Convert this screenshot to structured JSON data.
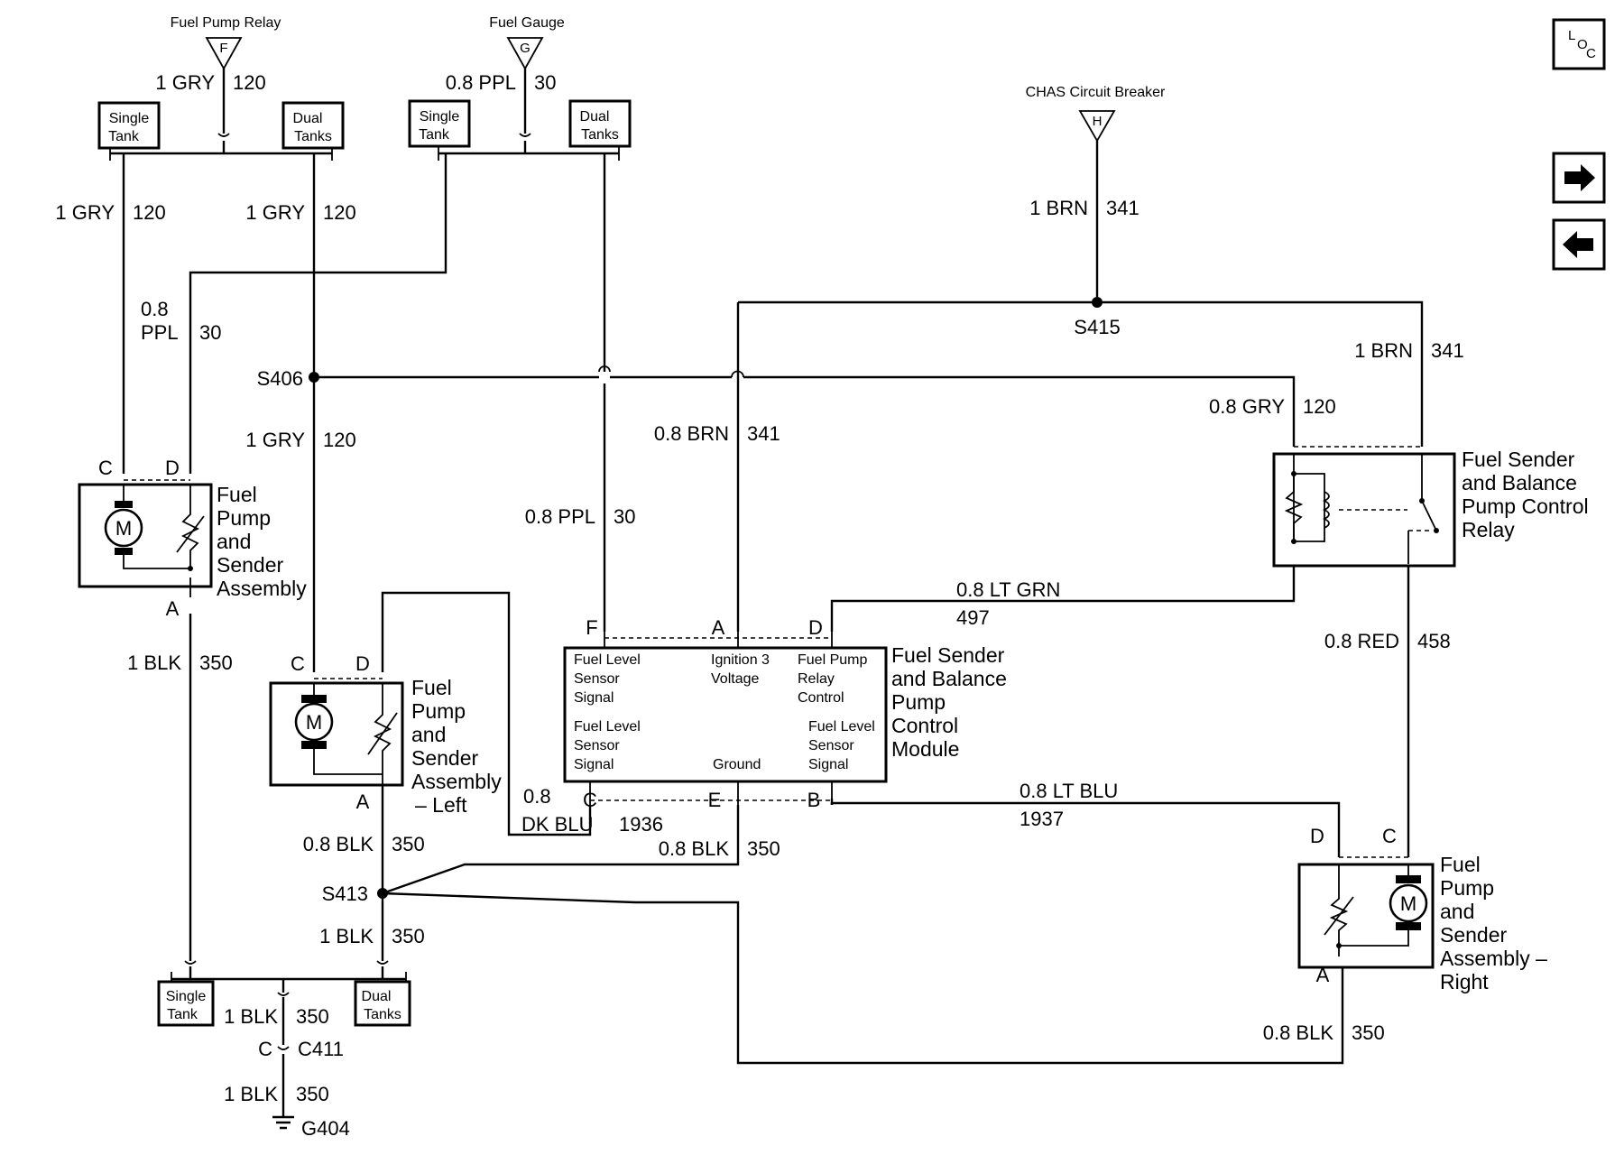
{
  "connectors": {
    "fuel_pump_relay": {
      "title": "Fuel Pump Relay",
      "pin": "F"
    },
    "fuel_gauge": {
      "title": "Fuel Gauge",
      "pin": "G"
    },
    "chas_breaker": {
      "title": "CHAS Circuit Breaker",
      "pin": "H"
    }
  },
  "options": {
    "single": [
      "Single",
      "Tank"
    ],
    "dual": [
      "Dual",
      "Tanks"
    ]
  },
  "wires": {
    "relay_feed": [
      "1 GRY",
      "120"
    ],
    "gauge_feed": [
      "0.8 PPL",
      "30"
    ],
    "single_gry": [
      "1 GRY",
      "120"
    ],
    "dual_gry": [
      "1 GRY",
      "120"
    ],
    "single_ppl": [
      "0.8",
      "PPL",
      "30"
    ],
    "s406_down": [
      "1 GRY",
      "120"
    ],
    "brn_main": [
      "1 BRN",
      "341"
    ],
    "brn_relay": [
      "1 BRN",
      "341"
    ],
    "gry_relay": [
      "0.8 GRY",
      "120"
    ],
    "brn_module": [
      "0.8 BRN",
      "341"
    ],
    "ppl_module": [
      "0.8 PPL",
      "30"
    ],
    "lt_grn": [
      "0.8 LT GRN",
      "497"
    ],
    "red": [
      "0.8 RED",
      "458"
    ],
    "single_blk": [
      "1 BLK",
      "350"
    ],
    "left_blk": [
      "0.8 BLK",
      "350"
    ],
    "dk_blu": [
      "0.8",
      "DK BLU",
      "1936"
    ],
    "module_blk": [
      "0.8 BLK",
      "350"
    ],
    "lt_blu": [
      "0.8 LT BLU",
      "1937"
    ],
    "s413_blk": [
      "1 BLK",
      "350"
    ],
    "ground_blk": [
      "1 BLK",
      "350"
    ],
    "g404_blk": [
      "1 BLK",
      "350"
    ],
    "right_blk": [
      "0.8 BLK",
      "350"
    ]
  },
  "splices": {
    "s406": "S406",
    "s415": "S415",
    "s413": "S413"
  },
  "connector_c411": {
    "pin": "C",
    "name": "C411"
  },
  "ground": "G404",
  "components": {
    "single_assembly": {
      "name": [
        "Fuel",
        "Pump",
        "and",
        "Sender",
        "Assembly"
      ],
      "pins": [
        "C",
        "D",
        "A"
      ],
      "motor": "M"
    },
    "left_assembly": {
      "name": [
        "Fuel",
        "Pump",
        "and",
        "Sender",
        "Assembly",
        "– Left"
      ],
      "pins": [
        "C",
        "D",
        "A"
      ],
      "motor": "M"
    },
    "right_assembly": {
      "name": [
        "Fuel",
        "Pump",
        "and",
        "Sender",
        "Assembly –",
        "Right"
      ],
      "pins": [
        "D",
        "C",
        "A"
      ],
      "motor": "M"
    },
    "relay": {
      "name": [
        "Fuel Sender",
        "and Balance",
        "Pump Control",
        "Relay"
      ]
    },
    "module": {
      "name": [
        "Fuel Sender",
        "and Balance",
        "Pump",
        "Control",
        "Module"
      ],
      "top_pins": [
        "F",
        "A",
        "D"
      ],
      "bottom_pins": [
        "C",
        "E",
        "B"
      ],
      "label_f": [
        "Fuel Level",
        "Sensor",
        "Signal"
      ],
      "label_a": [
        "Ignition 3",
        "Voltage"
      ],
      "label_d": [
        "Fuel Pump",
        "Relay",
        "Control"
      ],
      "label_c": [
        "Fuel Level",
        "Sensor",
        "Signal"
      ],
      "label_e": [
        "Ground"
      ],
      "label_b": [
        "Fuel Level",
        "Sensor",
        "Signal"
      ]
    }
  },
  "nav": {
    "loc": [
      "L",
      "O",
      "C"
    ],
    "next_icon": "arrow-right",
    "prev_icon": "arrow-left"
  }
}
